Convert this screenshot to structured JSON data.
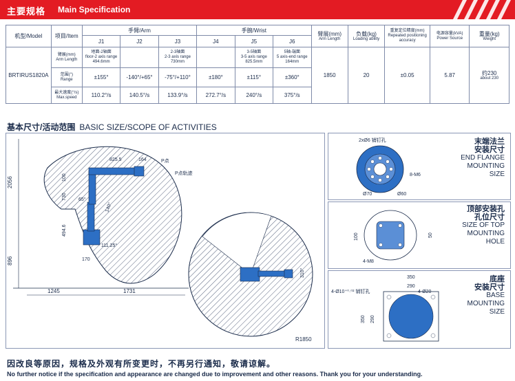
{
  "header": {
    "title_cn": "主要规格",
    "title_en": "Main Specification"
  },
  "spec_table": {
    "model_header": "机型/Model",
    "item_header": "项目/Item",
    "arm_header": "手臂/Arm",
    "wrist_header": "手腕/Wrist",
    "axes": [
      "J1",
      "J2",
      "J3",
      "J4",
      "J5",
      "J6"
    ],
    "arm_length_header": [
      "臂展(mm)",
      "Arm Length"
    ],
    "payload_header": [
      "负载(kg)",
      "Loading ability"
    ],
    "repeat_header": [
      "重复定位精度(mm)",
      "Repeated positioning accuracy"
    ],
    "power_header": [
      "电源容量(kVA)",
      "Power Source"
    ],
    "weight_header": [
      "重量(kg)",
      "Weight"
    ],
    "model": "BRTIRUS1820A",
    "row_armlength": {
      "label": [
        "臂展(mm)",
        "Arm Length"
      ],
      "j1": [
        "地面-2轴面",
        "floor-2 axis range",
        "494.6mm"
      ],
      "j3": [
        "2-3轴面",
        "2-3 axis range",
        "730mm"
      ],
      "j5": [
        "3-5轴面",
        "3-5 axis range",
        "825.5mm"
      ],
      "j6": [
        "5轴-端面",
        "5 axis-end range",
        "164mm"
      ]
    },
    "row_range": {
      "label": [
        "范围(°)",
        "Range"
      ],
      "values": [
        "±155°",
        "-140°/+65°",
        "-75°/+110°",
        "±180°",
        "±115°",
        "±360°"
      ]
    },
    "row_speed": {
      "label": [
        "最大速度(°/s)",
        "Max.speed"
      ],
      "values": [
        "110.2°/s",
        "140.5°/s",
        "133.9°/s",
        "272.7°/s",
        "240°/s",
        "375°/s"
      ]
    },
    "arm_length": "1850",
    "payload": "20",
    "repeat": "±0.05",
    "power": "5.87",
    "weight": [
      "约230",
      "about 230"
    ]
  },
  "section2": {
    "cn": "基本尺寸/活动范围",
    "en": "BASIC SIZE/SCOPE OF ACTIVITIES"
  },
  "side_view": {
    "dim_2056": "2056",
    "dim_896": "896",
    "dim_1245": "1245",
    "dim_1731": "1731",
    "dim_825": "825.5",
    "dim_164": "164",
    "dim_100": "100",
    "dim_730": "730",
    "dim_494": "494.6",
    "dim_170": "170",
    "ang_65": "65°",
    "ang_111": "111.25°",
    "ang_140": "140°",
    "p_point": "P点",
    "p_track": "P点轨迹"
  },
  "top_view": {
    "ang_310": "310°",
    "radius": "R1850"
  },
  "flange": {
    "cn": [
      "末端法兰",
      "安装尺寸"
    ],
    "en": [
      "END FLANGE",
      "MOUNTING",
      "SIZE"
    ],
    "pin": "2xØ6 销钉孔",
    "m6": "8-M6",
    "d70": "Ø70",
    "d60": "Ø60"
  },
  "top_hole": {
    "cn": [
      "顶部安装孔",
      "孔位尺寸"
    ],
    "en": [
      "SIZE OF TOP",
      "MOUNTING",
      "HOLE"
    ],
    "d100": "100",
    "d50": "50",
    "m8": "4-M8"
  },
  "base": {
    "cn": [
      "底座",
      "安装尺寸"
    ],
    "en": [
      "BASE",
      "MOUNTING",
      "SIZE"
    ],
    "pin": "4-Ø10⁺⁰·⁰² 销钉孔",
    "hole": "4-Ø20",
    "d350a": "350",
    "d290a": "290",
    "d350b": "350",
    "d290b": "290"
  },
  "footer": {
    "cn": "因改良等原因，规格及外观有所变更时，不再另行通知，敬请谅解。",
    "en": "No further notice if the specification and appearance are changed due to improvement and other reasons. Thank you for your understanding."
  },
  "colors": {
    "brand_red": "#e31b23",
    "navy": "#1a2b4a",
    "robot_blue": "#2d6fc4"
  }
}
